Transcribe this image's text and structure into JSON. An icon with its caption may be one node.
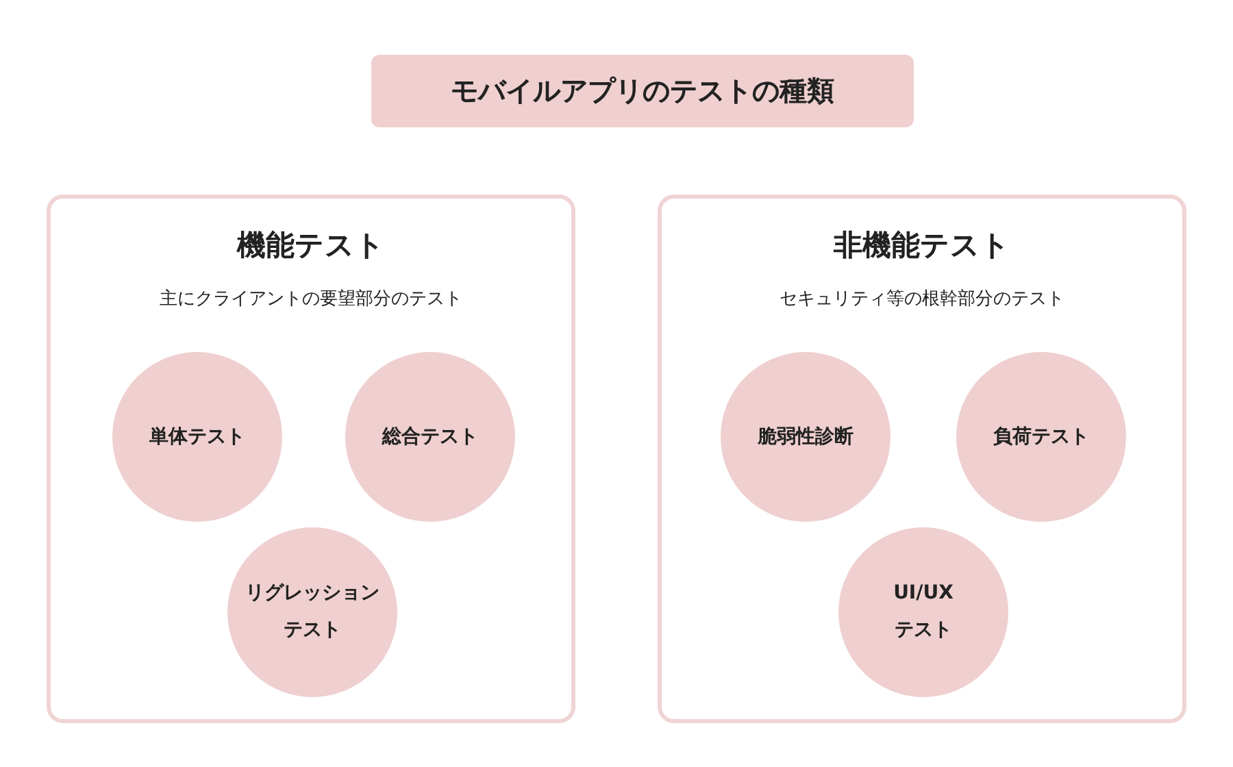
{
  "diagram": {
    "title": "モバイルアプリのテストの種類",
    "nodes": [
      {
        "text": [
          "機能テスト",
          "主にクライアントの要望部分のテスト"
        ]
      },
      {
        "text": [
          "単体テスト"
        ],
        "in": 0
      },
      {
        "text": [
          "総合テスト"
        ],
        "in": 0
      },
      {
        "text": [
          "リグレッションテスト"
        ],
        "in": 0
      },
      {
        "text": [
          "非機能テスト",
          "セキュリティ等の根幹部分のテスト"
        ]
      },
      {
        "text": [
          "脆弱性診断"
        ],
        "in": 4
      },
      {
        "text": [
          "負荷テスト"
        ],
        "in": 4
      },
      {
        "text": [
          "UI/UXテスト"
        ],
        "in": 4
      }
    ]
  }
}
